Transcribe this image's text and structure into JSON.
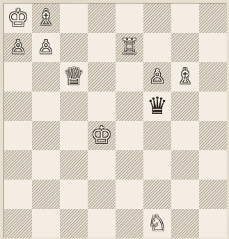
{
  "board": {
    "pieces": [
      {
        "square": "a8",
        "glyph": "♔",
        "name": "white-king-icon"
      },
      {
        "square": "b8",
        "glyph": "♗",
        "name": "white-bishop-icon"
      },
      {
        "square": "a7",
        "glyph": "♙",
        "name": "white-pawn-icon"
      },
      {
        "square": "b7",
        "glyph": "♙",
        "name": "white-pawn-icon"
      },
      {
        "square": "e7",
        "glyph": "♖",
        "name": "white-rook-icon"
      },
      {
        "square": "c6",
        "glyph": "♕",
        "name": "white-queen-icon"
      },
      {
        "square": "f6",
        "glyph": "♙",
        "name": "white-pawn-icon"
      },
      {
        "square": "g6",
        "glyph": "♗",
        "name": "white-bishop-icon"
      },
      {
        "square": "f5",
        "glyph": "♛",
        "name": "black-queen-icon"
      },
      {
        "square": "d4",
        "glyph": "♔",
        "name": "white-king-icon"
      },
      {
        "square": "f1",
        "glyph": "♘",
        "name": "white-knight-icon"
      }
    ]
  }
}
